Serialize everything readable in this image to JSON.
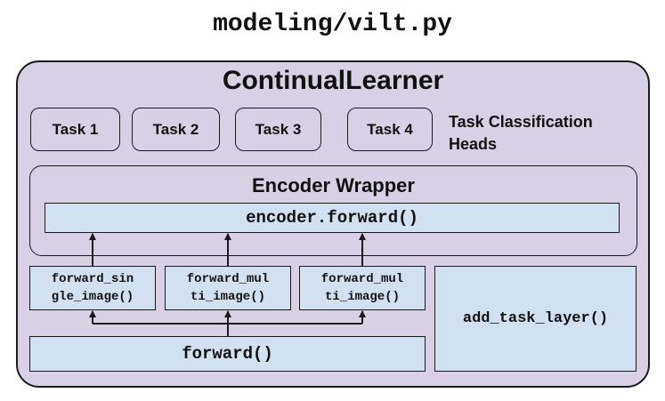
{
  "file_title": "modeling/vilt.py",
  "continual_learner": {
    "title": "ContinualLearner",
    "tasks": [
      "Task 1",
      "Task 2",
      "Task 3",
      "Task 4"
    ],
    "task_caption": "Task Classification Heads"
  },
  "encoder_wrapper": {
    "title": "Encoder Wrapper",
    "forward_label": "encoder.forward()"
  },
  "methods": {
    "forward_single_image": "forward_sin\ngle_image()",
    "forward_multi_image_1": "forward_mul\nti_image()",
    "forward_multi_image_2": "forward_mul\nti_image()",
    "forward": "forward()",
    "add_task_layer": "add_task_layer()"
  },
  "colors": {
    "container_fill": "#d9d0e6",
    "method_fill": "#d2e1f1",
    "stroke": "#1a1a1a"
  }
}
